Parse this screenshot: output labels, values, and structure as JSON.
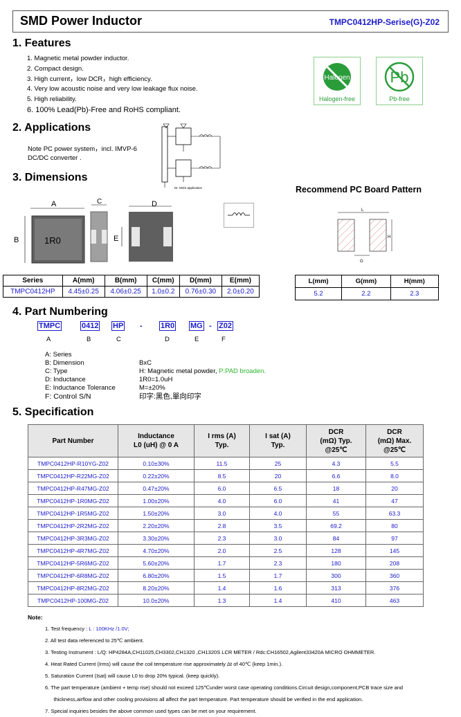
{
  "header": {
    "title": "SMD Power Inductor",
    "code": "TMPC0412HP-Serise(G)-Z02"
  },
  "features": {
    "heading": "1. Features",
    "items": [
      "1.  Magnetic metal powder inductor.",
      "2.  Compact design.",
      "3.  High current，low DCR，high efficiency.",
      "4.  Very low acoustic noise and very low leakage flux noise.",
      "5.  High reliability.",
      "6.  100% Lead(Pb)-Free and RoHS compliant."
    ],
    "halogen_label": "Halogen-free",
    "halogen_word": "Halogen",
    "pb_label": "Pb-free",
    "pb_word": "Pb"
  },
  "applications": {
    "heading": "2. Applications",
    "text1": "Note PC power system，incl. IMVP-6",
    "text2": "DC/DC converter .",
    "circuit_caption": "Dr. MOS application"
  },
  "dimensions": {
    "heading": "3. Dimensions",
    "marking": "1R0",
    "lbl_a": "A",
    "lbl_b": "B",
    "lbl_c": "C",
    "lbl_d": "D",
    "lbl_e": "E",
    "headers": [
      "Series",
      "A(mm)",
      "B(mm)",
      "C(mm)",
      "D(mm)",
      "E(mm)"
    ],
    "row": [
      "TMPC0412HP",
      "4.45±0.25",
      "4.06±0.25",
      "1.0±0.2",
      "0.76±0.30",
      "2.0±0.20"
    ]
  },
  "pcb": {
    "heading": "Recommend PC Board Pattern",
    "lbl_l": "L",
    "lbl_g": "G",
    "lbl_h": "H",
    "headers": [
      "L(mm)",
      "G(mm)",
      "H(mm)"
    ],
    "row": [
      "5.2",
      "2.2",
      "2.3"
    ]
  },
  "part_numbering": {
    "heading": "4. Part Numbering",
    "codes": [
      {
        "code": "TMPC",
        "letter": "A"
      },
      {
        "code": "0412",
        "letter": "B"
      },
      {
        "code": "HP",
        "letter": "C"
      },
      {
        "code": "1R0",
        "letter": "D"
      },
      {
        "code": "MG",
        "letter": "E"
      },
      {
        "code": "Z02",
        "letter": "F"
      }
    ],
    "dash": "-",
    "legend": [
      {
        "k": "A: Series",
        "v": ""
      },
      {
        "k": "B: Dimension",
        "v": "BxC"
      },
      {
        "k": "C: Type",
        "v": "H: Magnetic metal powder, ",
        "v2": "P:PAD broaden."
      },
      {
        "k": "D: Inductance",
        "v": "1R0=1.0uH"
      },
      {
        "k": "E: Inductance Tolerance",
        "v": "M=±20%"
      },
      {
        "k": "F: Control S/N",
        "v": "印字:黑色,單向印字"
      }
    ]
  },
  "spec": {
    "heading": "5. Specification",
    "headers": [
      "Part Number",
      "Inductance\nL0 (uH) @ 0 A",
      "I rms (A)\nTyp.",
      "I sat (A)\nTyp.",
      "DCR\n(mΩ) Typ.\n@25℃",
      "DCR\n(mΩ) Max.\n@25℃"
    ],
    "rows": [
      [
        "TMPC0412HP-R10YG-Z02",
        "0.10±30%",
        "11.5",
        "25",
        "4.3",
        "5.5"
      ],
      [
        "TMPC0412HP-R22MG-Z02",
        "0.22±20%",
        "8.5",
        "20",
        "6.6",
        "8.0"
      ],
      [
        "TMPC0412HP-R47MG-Z02",
        "0.47±20%",
        "6.0",
        "6.5",
        "18",
        "20"
      ],
      [
        "TMPC0412HP-1R0MG-Z02",
        "1.00±20%",
        "4.0",
        "6.0",
        "41",
        "47"
      ],
      [
        "TMPC0412HP-1R5MG-Z02",
        "1.50±20%",
        "3.0",
        "4.0",
        "55",
        "63.3"
      ],
      [
        "TMPC0412HP-2R2MG-Z02",
        "2.20±20%",
        "2.8",
        "3.5",
        "69.2",
        "80"
      ],
      [
        "TMPC0412HP-3R3MG-Z02",
        "3.30±20%",
        "2.3",
        "3.0",
        "84",
        "97"
      ],
      [
        "TMPC0412HP-4R7MG-Z02",
        "4.70±20%",
        "2.0",
        "2.5",
        "128",
        "145"
      ],
      [
        "TMPC0412HP-5R6MG-Z02",
        "5.60±20%",
        "1.7",
        "2.3",
        "180",
        "208"
      ],
      [
        "TMPC0412HP-6R8MG-Z02",
        "6.80±20%",
        "1.5",
        "1.7",
        "300",
        "360"
      ],
      [
        "TMPC0412HP-8R2MG-Z02",
        "8.20±20%",
        "1.4",
        "1.6",
        "313",
        "376"
      ],
      [
        "TMPC0412HP-100MG-Z02",
        "10.0±20%",
        "1.3",
        "1.4",
        "410",
        "463"
      ]
    ]
  },
  "notes": {
    "heading": "Note:",
    "items": [
      {
        "t": "1.  Test frequency : ",
        "b": "L : 100KHz /1.0V;"
      },
      {
        "t": "2.  All test data referenced to 25℃  ambient."
      },
      {
        "t": "3.  Testing Instrument : L/Q: HP4284A,CH11025,CH3302,CH1320 ,CH1320S LCR METER / Rdc:CH16502,Agilent33420A MICRO OHMMETER."
      },
      {
        "t": "4.  Heat Rated Current (Irms) will cause the coil temperature rise approximately   Δt of 40℃ (keep 1min.)."
      },
      {
        "t": "5.  Saturation Current (Isat) will cause L0    to drop    20% typical. (keep quickly)."
      },
      {
        "t": "6.  The part temperature (ambient + temp rise) should not exceed 125℃under worst case operating conditions.Circuit design,component,PCB trace size and"
      },
      {
        "t": "      thickness,airflow and other cooling provisions all affect the part temperature. Part temperature should be verified in the end application."
      },
      {
        "t": "7. Special inquiries besides the above common used types can be met on your requirement."
      }
    ]
  }
}
